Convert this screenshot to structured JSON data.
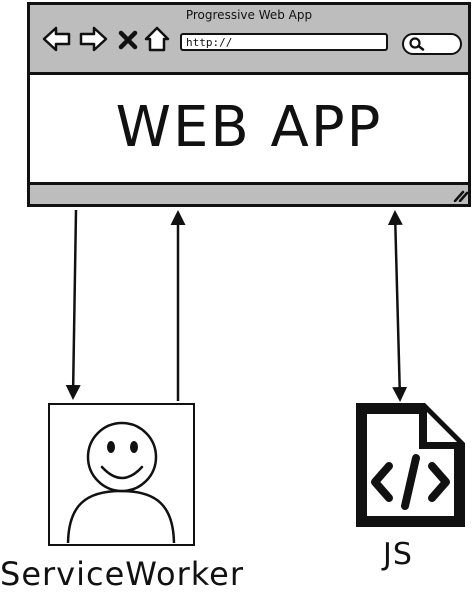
{
  "browser": {
    "window_title": "Progressive Web App",
    "url": "http://",
    "content_label": "WEB APP",
    "nav_icons": [
      "back-arrow-icon",
      "forward-arrow-icon",
      "close-icon",
      "home-icon"
    ],
    "search_icon": "search-icon"
  },
  "nodes": {
    "service_worker": {
      "label": "ServiceWorker",
      "icon": "person-icon"
    },
    "js": {
      "label": "JS",
      "icon": "code-file-icon"
    }
  },
  "connections": [
    {
      "from": "browser",
      "to": "service_worker",
      "direction": "one-way"
    },
    {
      "from": "service_worker",
      "to": "browser",
      "direction": "one-way"
    },
    {
      "from": "browser",
      "to": "js",
      "direction": "two-way"
    }
  ],
  "colors": {
    "chrome": "#bdbdbd",
    "ink": "#111111",
    "background": "#ffffff"
  }
}
